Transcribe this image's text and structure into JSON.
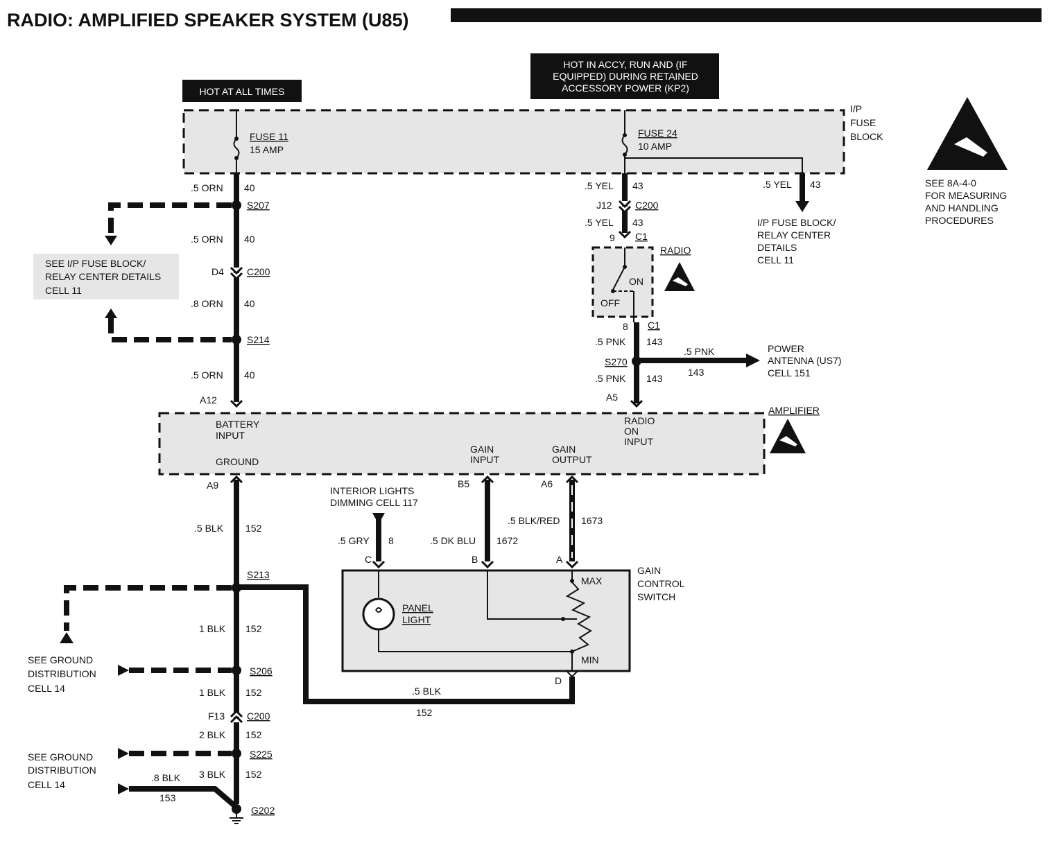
{
  "title": "RADIO: AMPLIFIED SPEAKER SYSTEM (U85)",
  "labels": {
    "hot_all": "HOT AT ALL TIMES",
    "hot_accy_1": "HOT IN ACCY, RUN AND (IF",
    "hot_accy_2": "EQUIPPED) DURING RETAINED",
    "hot_accy_3": "ACCESSORY POWER (KP2)",
    "ip_fuse_1": "I/P",
    "ip_fuse_2": "FUSE",
    "ip_fuse_3": "BLOCK",
    "fuse11_name": "FUSE 11",
    "fuse11_amp": "15 AMP",
    "fuse24_name": "FUSE 24",
    "fuse24_amp": "10 AMP",
    "esd_note_1": "SEE 8A-4-0",
    "esd_note_2": "FOR MEASURING",
    "esd_note_3": "AND HANDLING",
    "esd_note_4": "PROCEDURES",
    "w_05orn_a": ".5 ORN",
    "c40_a": "40",
    "w_05orn_b": ".5 ORN",
    "c40_b": "40",
    "w_08orn": ".8 ORN",
    "c40_c": "40",
    "w_05orn_c": ".5 ORN",
    "c40_d": "40",
    "s207": "S207",
    "s214": "S214",
    "d4": "D4",
    "c200_a": "C200",
    "see_ip_1": "SEE I/P FUSE BLOCK/",
    "see_ip_2": "RELAY CENTER DETAILS",
    "see_ip_3": "CELL 11",
    "a12": "A12",
    "w_05yel_a": ".5 YEL",
    "c43_a": "43",
    "w_05yel_b": ".5 YEL",
    "c43_b": "43",
    "w_05yel_c": ".5 YEL",
    "c43_c": "43",
    "j12": "J12",
    "c200_b": "C200",
    "pin9": "9",
    "c1_a": "C1",
    "ip_relay_1": "I/P FUSE BLOCK/",
    "ip_relay_2": "RELAY CENTER",
    "ip_relay_3": "DETAILS",
    "ip_relay_4": "CELL 11",
    "radio": "RADIO",
    "on": "ON",
    "off": "OFF",
    "pin8": "8",
    "c1_b": "C1",
    "w_05pnk_a": ".5 PNK",
    "c143_a": "143",
    "s270": "S270",
    "w_05pnk_b": ".5 PNK",
    "c143_b": "143",
    "w_05pnk_c": ".5 PNK",
    "c143_c": "143",
    "a5": "A5",
    "power_ant_1": "POWER",
    "power_ant_2": "ANTENNA (US7)",
    "power_ant_3": "CELL 151",
    "amplifier": "AMPLIFIER",
    "battery_input_1": "BATTERY",
    "battery_input_2": "INPUT",
    "ground": "GROUND",
    "gain_input_1": "GAIN",
    "gain_input_2": "INPUT",
    "gain_output_1": "GAIN",
    "gain_output_2": "OUTPUT",
    "radio_on_1": "RADIO",
    "radio_on_2": "ON",
    "radio_on_3": "INPUT",
    "a9": "A9",
    "b5": "B5",
    "a6": "A6",
    "interior_1": "INTERIOR LIGHTS",
    "interior_2": "DIMMING CELL 117",
    "w_05blk_a": ".5 BLK",
    "c152_a": "152",
    "w_05gry": ".5 GRY",
    "c8": "8",
    "w_05dkblu": ".5 DK BLU",
    "c1672": "1672",
    "w_05blkred": ".5 BLK/RED",
    "c1673": "1673",
    "pin_c": "C",
    "pin_b": "B",
    "pin_a": "A",
    "pin_d": "D",
    "gain_sw_1": "GAIN",
    "gain_sw_2": "CONTROL",
    "gain_sw_3": "SWITCH",
    "max": "MAX",
    "min": "MIN",
    "panel_1": "PANEL",
    "panel_2": "LIGHT",
    "s213": "S213",
    "w_1blk_a": "1 BLK",
    "c152_b": "152",
    "see_gnd_1": "SEE GROUND",
    "see_gnd_2": "DISTRIBUTION",
    "see_gnd_3": "CELL 14",
    "s206": "S206",
    "w_1blk_b": "1 BLK",
    "c152_c": "152",
    "f13": "F13",
    "c200_c": "C200",
    "w_2blk": "2 BLK",
    "c152_d": "152",
    "see_gnd2_1": "SEE GROUND",
    "see_gnd2_2": "DISTRIBUTION",
    "see_gnd2_3": "CELL 14",
    "s225": "S225",
    "w_3blk": "3 BLK",
    "c152_e": "152",
    "w_08blk": ".8 BLK",
    "c153": "153",
    "g202": "G202",
    "w_05blk_b": ".5 BLK",
    "c152_f": "152"
  }
}
